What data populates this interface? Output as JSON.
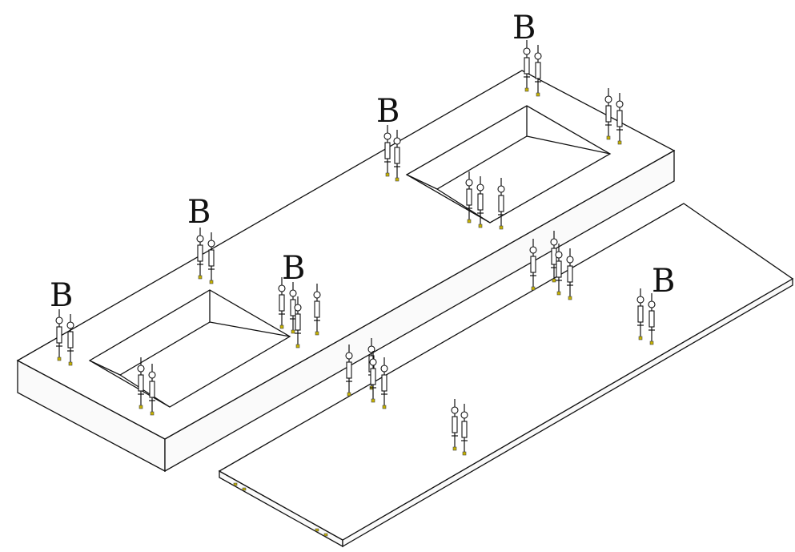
{
  "labels": {
    "b1": "B",
    "b2": "B",
    "b3": "B",
    "b4": "B",
    "b5": "B",
    "b6": "B"
  },
  "colors": {
    "line": "#111111",
    "background": "#ffffff",
    "pin_tip": "#c9b400"
  }
}
